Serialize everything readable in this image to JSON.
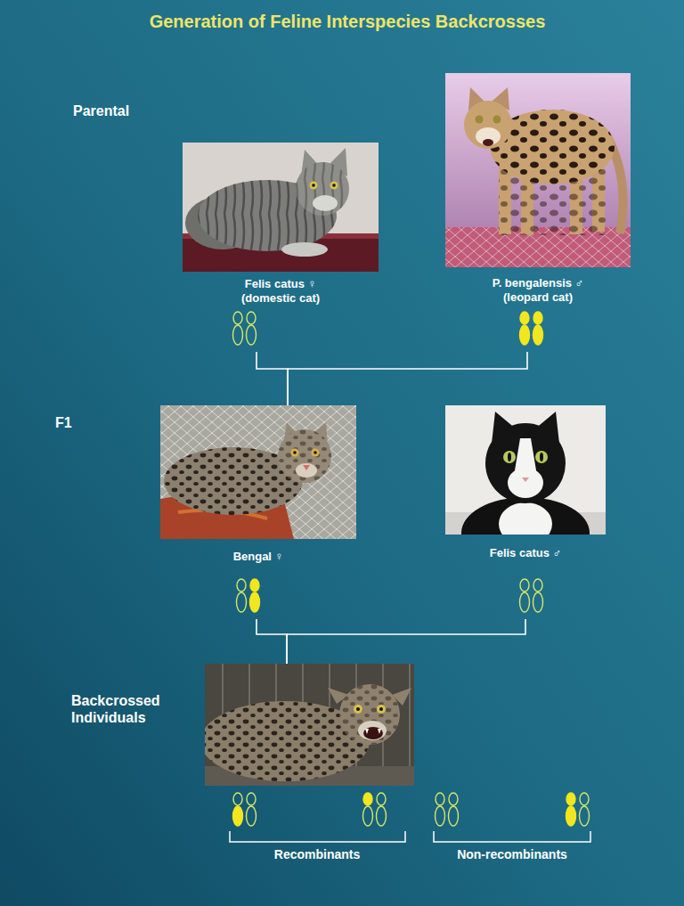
{
  "diagram": {
    "title": "Generation of Feline Interspecies Backcrosses",
    "nodes": [
      {
        "text": [
          "Felis catus ♀ (domestic cat)"
        ]
      },
      {
        "text": [
          "P. bengalensis ♂ (leopard cat)"
        ]
      },
      {
        "text": [
          "Bengal ♀"
        ]
      },
      {
        "text": [
          "Felis catus ♂"
        ]
      },
      {
        "text": [
          "Backcrossed Individuals"
        ]
      }
    ],
    "edges": [
      {
        "from": 0,
        "to": 2,
        "arrow": "none"
      },
      {
        "from": 1,
        "to": 2,
        "arrow": "none"
      },
      {
        "from": 2,
        "to": 4,
        "arrow": "none"
      },
      {
        "from": 3,
        "to": 4,
        "arrow": "none"
      }
    ],
    "labels": [
      "Parental",
      "F1",
      "Recombinants",
      "Non-recombinants"
    ]
  }
}
